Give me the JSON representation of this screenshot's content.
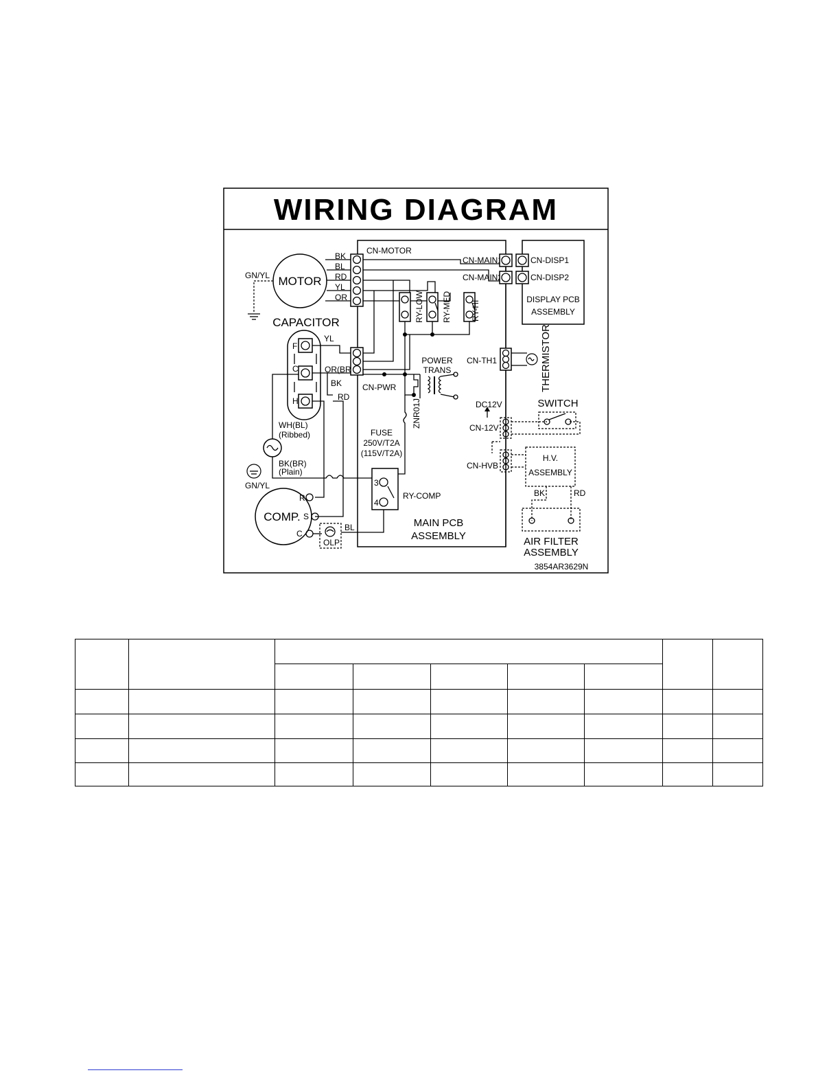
{
  "diagram": {
    "title": "WIRING DIAGRAM",
    "part_number": "3854AR3629N",
    "components": {
      "motor": "MOTOR",
      "capacitor": "CAPACITOR",
      "compressor": "COMP.",
      "main_pcb": [
        "MAIN PCB",
        "ASSEMBLY"
      ],
      "display_pcb": [
        "DISPLAY PCB",
        "ASSEMBLY"
      ],
      "thermistor": "THERMISTOR",
      "switch": "SWITCH",
      "hv_assembly": [
        "H.V.",
        "ASSEMBLY"
      ],
      "air_filter": [
        "AIR FILTER",
        "ASSEMBLY"
      ],
      "power_trans": [
        "POWER",
        "TRANS"
      ],
      "fuse": [
        "FUSE",
        "250V/T2A",
        "(115V/T2A)"
      ],
      "olp": "OLP",
      "znr": "ZNR01J",
      "dc12v": "DC12V"
    },
    "connectors": {
      "cn_motor": "CN-MOTOR",
      "cn_pwr": "CN-PWR",
      "cn_main1": "CN-MAIN1",
      "cn_main2": "CN-MAIN2",
      "cn_disp1": "CN-DISP1",
      "cn_disp2": "CN-DISP2",
      "cn_th1": "CN-TH1",
      "cn_12v": "CN-12V",
      "cn_hvb": "CN-HVB"
    },
    "relays": {
      "low": "RY-LOW",
      "med": "RY-MED",
      "hi": "RY-HI",
      "comp": "RY-COMP",
      "pin3": "3",
      "pin4": "4"
    },
    "wires": {
      "motor_bk": "BK",
      "motor_bl": "BL",
      "motor_rd": "RD",
      "motor_yl": "YL",
      "motor_or": "OR",
      "motor_ground": "GN/YL",
      "cap_yl": "YL",
      "cap_or": "OR(BR)",
      "cap_bk": "BK",
      "cap_rd": "RD",
      "power_wh": "WH(BL)",
      "power_wh_note": "(Ribbed)",
      "power_bk": "BK(BR)",
      "power_bk_note": "(Plain)",
      "power_ground": "GN/YL",
      "comp_bl": "BL",
      "hv_bk": "BK",
      "hv_rd": "RD"
    },
    "terminals": {
      "cap_f": "F",
      "cap_c": "C",
      "cap_h": "H",
      "comp_r": "R",
      "comp_s": "S",
      "comp_c": "C"
    }
  }
}
